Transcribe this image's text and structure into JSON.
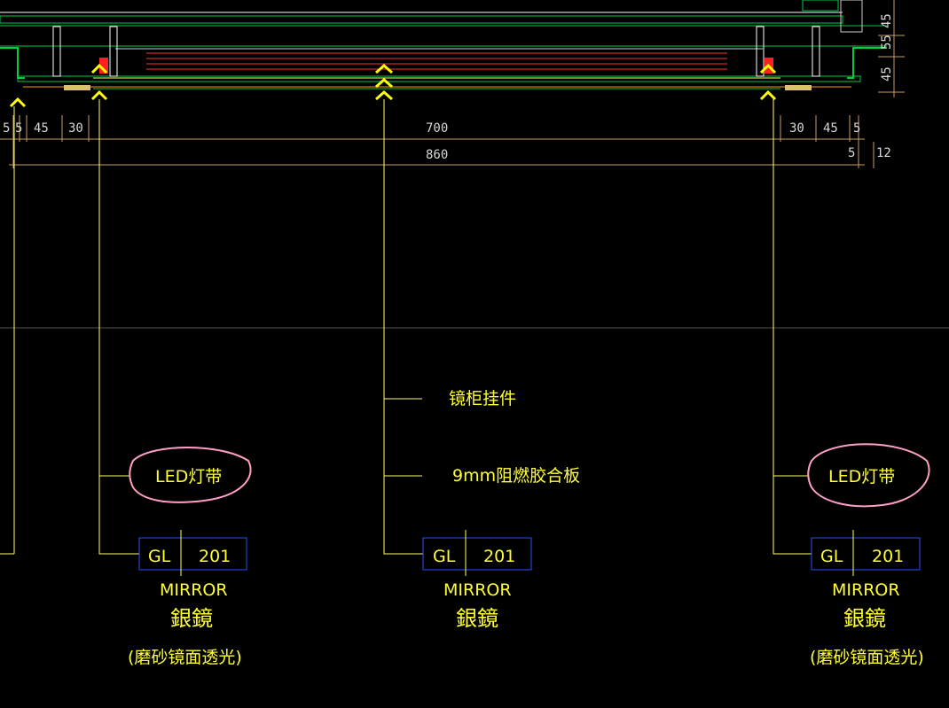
{
  "dimensions": {
    "left": [
      "5",
      "5",
      "45",
      "30"
    ],
    "right": [
      "30",
      "45",
      "5"
    ],
    "right_lower": [
      "5",
      "12"
    ],
    "center_inner": "700",
    "center_outer": "860",
    "vertical_right": [
      "45",
      "55",
      "45"
    ]
  },
  "callouts": {
    "center": [
      "镜柜挂件",
      "9mm阻燃胶合板"
    ],
    "led_left": "LED灯带",
    "led_right": "LED灯带"
  },
  "tags": [
    {
      "code": "GL",
      "number": "201",
      "material_en": "MIRROR",
      "material_cn": "銀鏡",
      "note": "(磨砂镜面透光)"
    },
    {
      "code": "GL",
      "number": "201",
      "material_en": "MIRROR",
      "material_cn": "銀鏡",
      "note": ""
    },
    {
      "code": "GL",
      "number": "201",
      "material_en": "MIRROR",
      "material_cn": "銀鏡",
      "note": "(磨砂镜面透光)"
    }
  ],
  "colors": {
    "background": "#000000",
    "leader": "#ffff66",
    "dimension": "#c8a060",
    "tag_box": "#2255ff",
    "cloud": "#ff9fc8",
    "section_green": "#00cc44",
    "section_red": "#ff2020"
  }
}
